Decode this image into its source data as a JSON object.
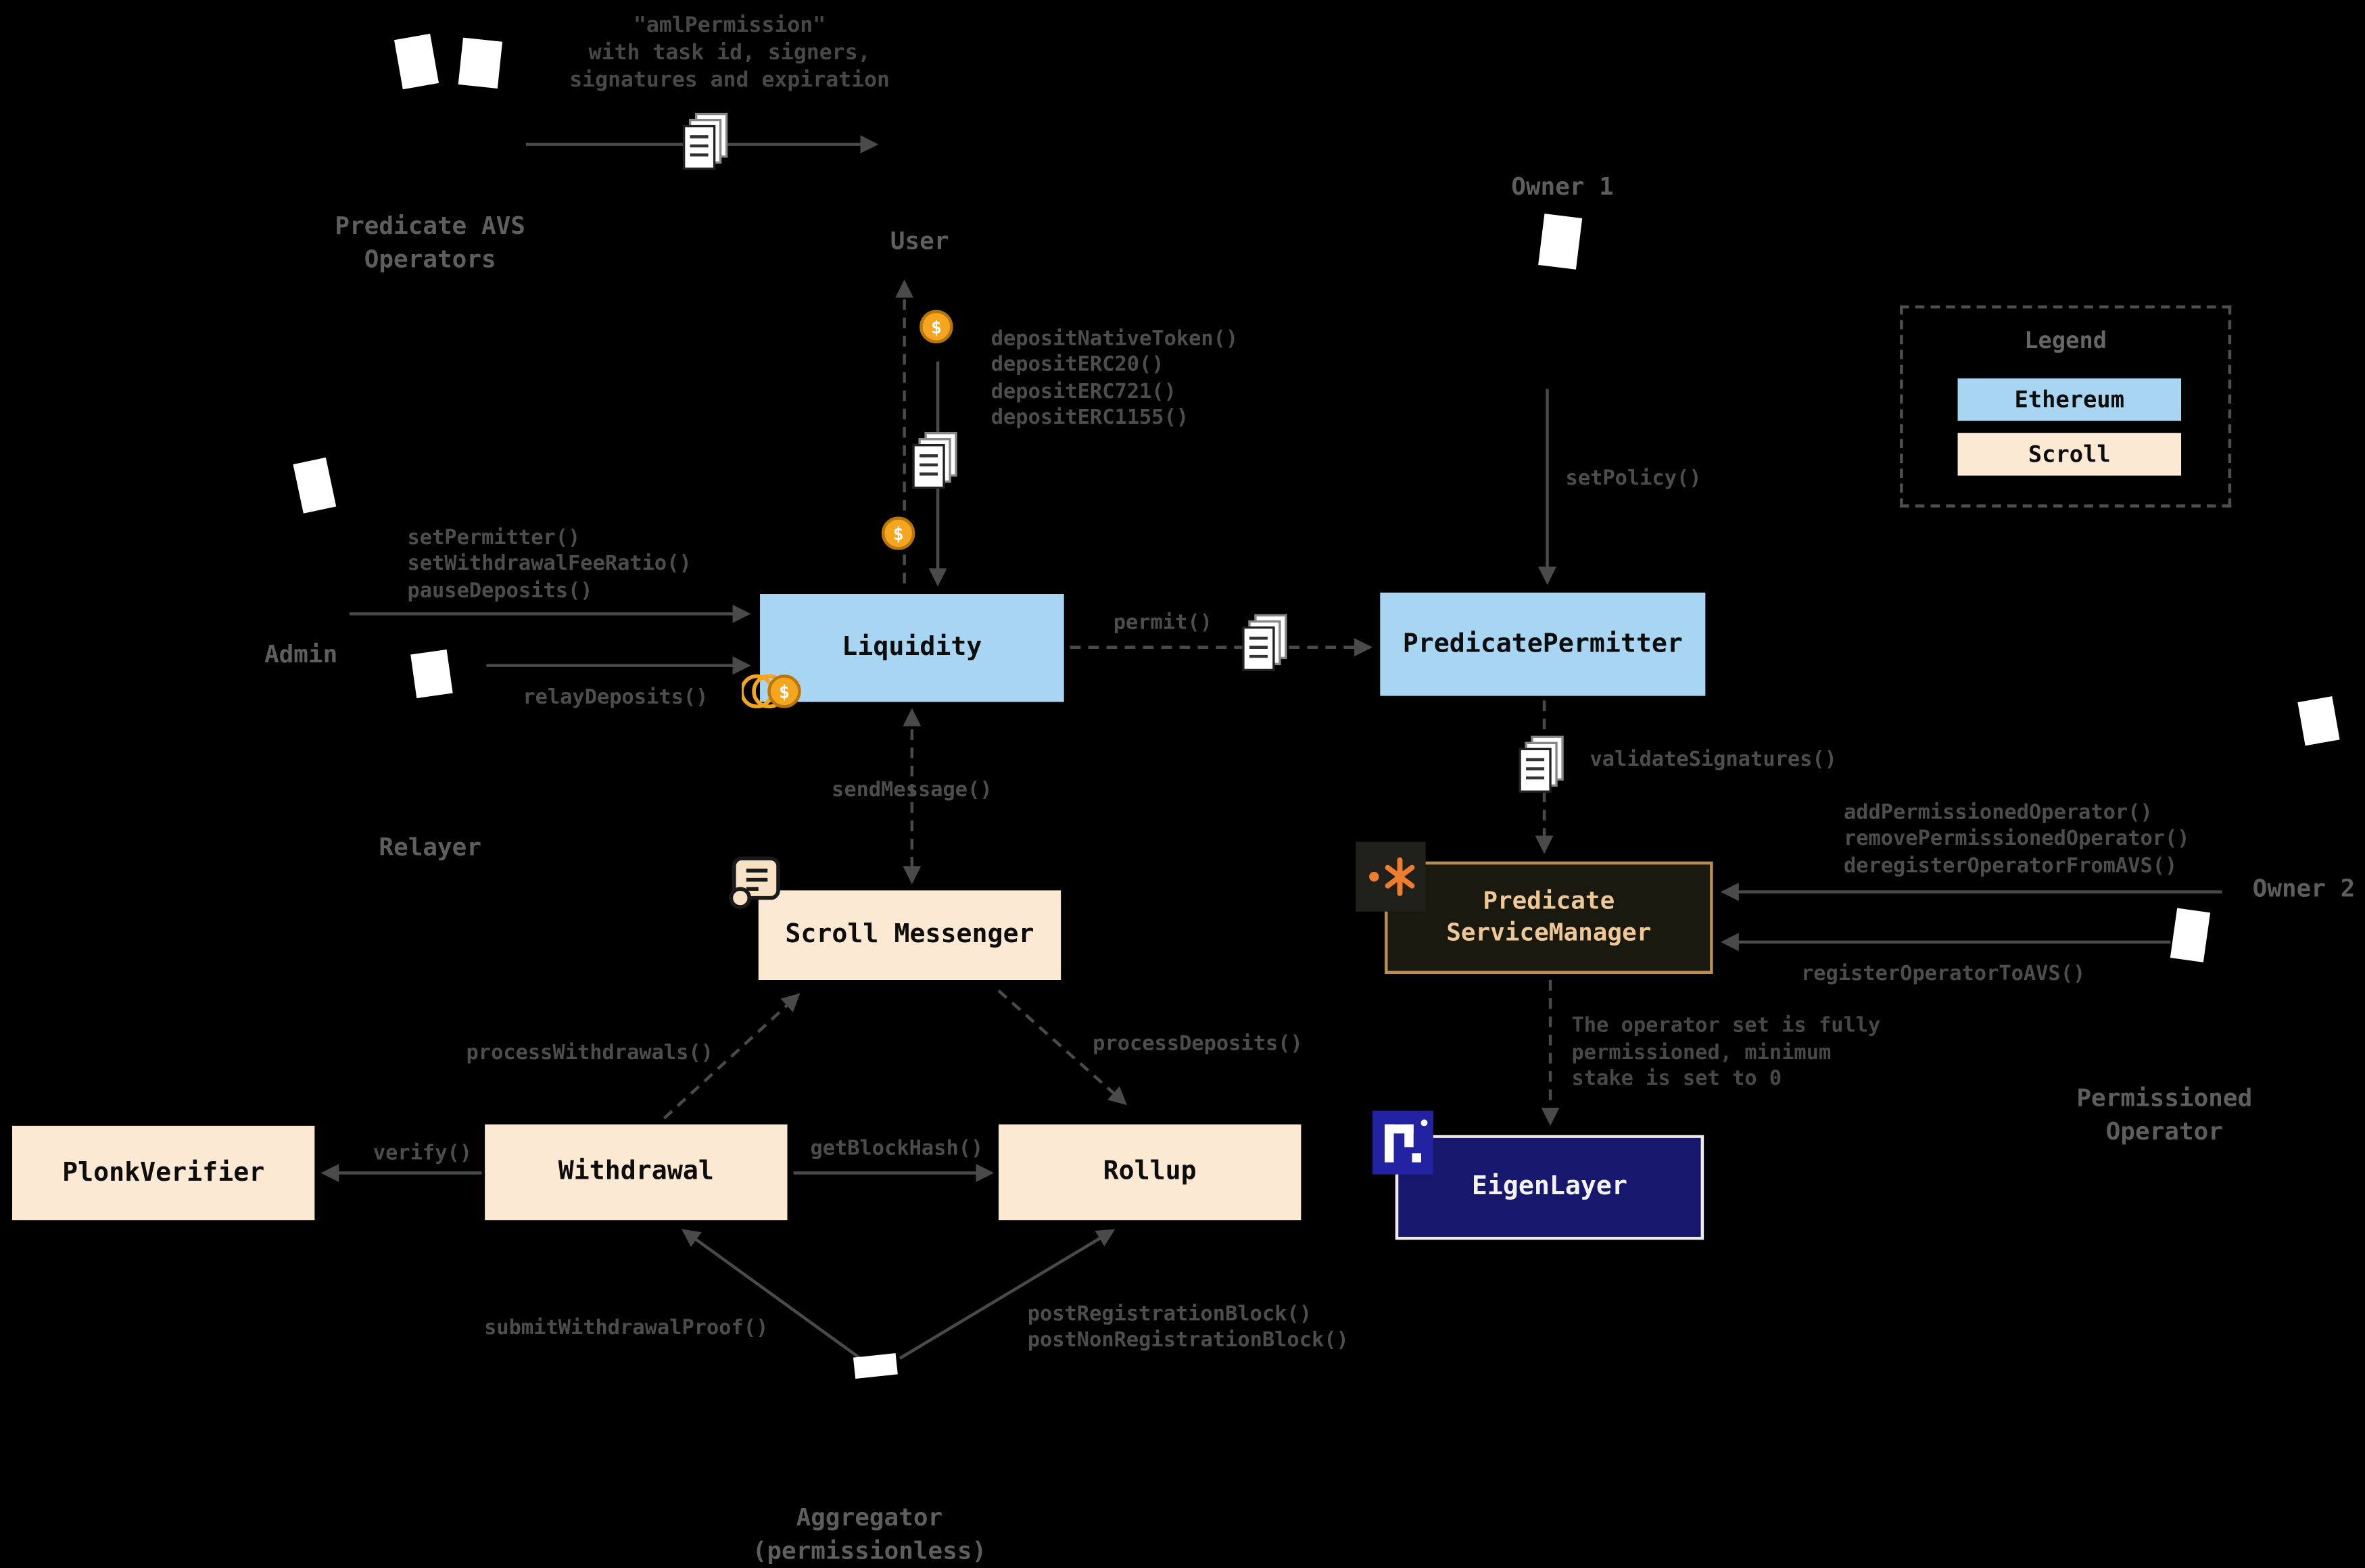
{
  "colors": {
    "background": "#000000",
    "ethereum_blue": "#a7d5f2",
    "scroll_cream": "#fbe9d3",
    "arrow_gray": "#4a4a4a",
    "service_manager_border": "#bb8e52",
    "service_manager_text": "#eec896",
    "eigenlayer_navy": "#17176d",
    "coin_orange": "#f5a51e",
    "predicate_logo_orange": "#ef7d2e"
  },
  "nodes": {
    "liquidity": "Liquidity",
    "predicate_permitter": "PredicatePermitter",
    "scroll_messenger": "Scroll Messenger",
    "plonk_verifier": "PlonkVerifier",
    "withdrawal": "Withdrawal",
    "rollup": "Rollup",
    "predicate_service_manager": "Predicate\nServiceManager",
    "eigenlayer": "EigenLayer"
  },
  "actors": {
    "predicate_avs_operators": "Predicate AVS\nOperators",
    "user": "User",
    "admin": "Admin",
    "relayer": "Relayer",
    "owner_1": "Owner 1",
    "owner_2": "Owner 2",
    "permissioned_operator": "Permissioned\nOperator",
    "aggregator": "Aggregator\n(permissionless)"
  },
  "legend": {
    "title": "Legend",
    "items": [
      {
        "label": "Ethereum"
      },
      {
        "label": "Scroll"
      }
    ]
  },
  "annotations": {
    "aml_permission": "\"amlPermission\"\nwith task id, signers,\nsignatures and expiration",
    "operator_set_note": "The operator set is fully\npermissioned, minimum\nstake is set to 0"
  },
  "methods": {
    "deposits": "depositNativeToken()\ndepositERC20()\ndepositERC721()\ndepositERC1155()",
    "admin": "setPermitter()\nsetWithdrawalFeeRatio()\npauseDeposits()",
    "relay_deposits": "relayDeposits()",
    "permit": "permit()",
    "set_policy": "setPolicy()",
    "validate_signatures": "validateSignatures()",
    "operator_management": "addPermissionedOperator()\nremovePermissionedOperator()\nderegisterOperatorFromAVS()",
    "register_operator": "registerOperatorToAVS()",
    "send_message": "sendMessage()",
    "process_withdrawals": "processWithdrawals()",
    "process_deposits": "processDeposits()",
    "verify": "verify()",
    "get_block_hash": "getBlockHash()",
    "submit_withdrawal_proof": "submitWithdrawalProof()",
    "post_blocks": "postRegistrationBlock()\npostNonRegistrationBlock()"
  },
  "icons": [
    "document-icon",
    "coin-icon",
    "coins-stack-icon",
    "scroll-icon",
    "predicate-logo-icon",
    "eigenlayer-logo-icon",
    "actor-placeholder-icon"
  ]
}
